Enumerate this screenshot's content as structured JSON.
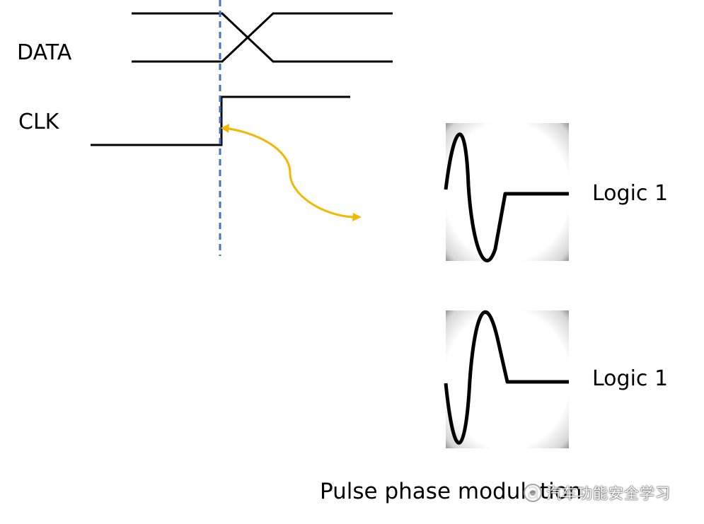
{
  "signals": {
    "data_label": "DATA",
    "clk_label": "CLK"
  },
  "waveforms": {
    "top_label": "Logic 1",
    "bottom_label": "Logic 1"
  },
  "caption": "Pulse phase modulation",
  "watermark": {
    "text": "汽车功能安全学习"
  },
  "colors": {
    "line": "#000000",
    "sample_marker": "#4472c4",
    "arrow": "#f5b800"
  }
}
